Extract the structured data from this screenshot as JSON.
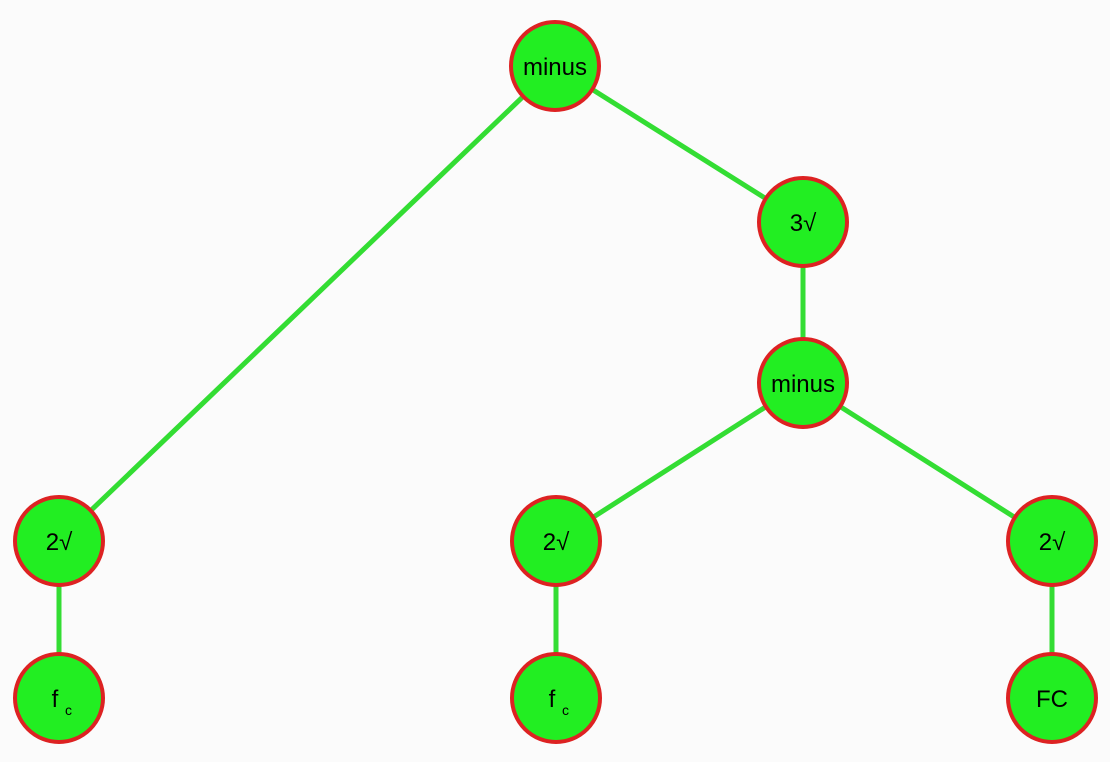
{
  "colors": {
    "edge": "#33dd33",
    "node_fill": "#22ee22",
    "node_stroke": "#dd2222",
    "background": "#fbfbfb"
  },
  "tree": {
    "nodes": [
      {
        "id": "n1",
        "label": "minus",
        "sub": ""
      },
      {
        "id": "n2",
        "label": "3√",
        "sub": ""
      },
      {
        "id": "n3",
        "label": "minus",
        "sub": ""
      },
      {
        "id": "n4",
        "label": "2√",
        "sub": ""
      },
      {
        "id": "n5",
        "label": "2√",
        "sub": ""
      },
      {
        "id": "n6",
        "label": "2√",
        "sub": ""
      },
      {
        "id": "n7",
        "label": "f",
        "sub": "c"
      },
      {
        "id": "n8",
        "label": "f",
        "sub": "c"
      },
      {
        "id": "n9",
        "label": "FC",
        "sub": ""
      }
    ],
    "edges": [
      [
        "n1",
        "n4"
      ],
      [
        "n1",
        "n2"
      ],
      [
        "n2",
        "n3"
      ],
      [
        "n3",
        "n5"
      ],
      [
        "n3",
        "n6"
      ],
      [
        "n4",
        "n7"
      ],
      [
        "n5",
        "n8"
      ],
      [
        "n6",
        "n9"
      ]
    ]
  }
}
